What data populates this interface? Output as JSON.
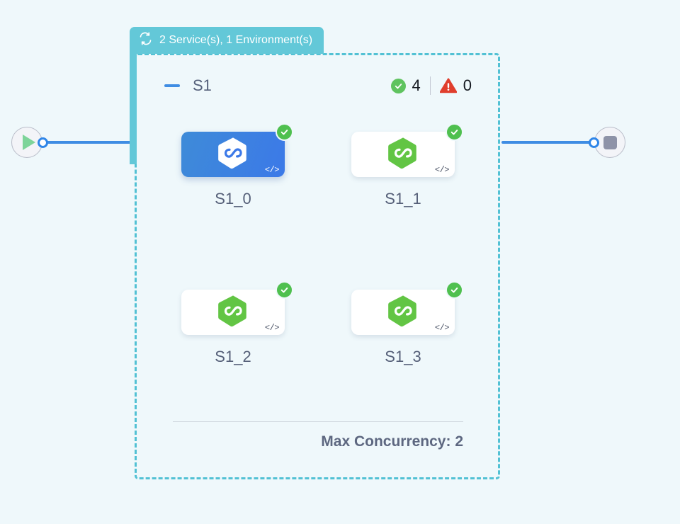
{
  "canvas": {
    "background_color": "#eff8fb"
  },
  "start_node": {
    "name": "start",
    "icon": "play-icon",
    "icon_color": "#7ed49a"
  },
  "end_node": {
    "name": "end",
    "icon": "stop-icon",
    "icon_color": "#8e93a8"
  },
  "connectors": {
    "accent_color": "#3f8de3"
  },
  "group": {
    "tab_label": "2 Service(s), 1 Environment(s)",
    "tab_icon": "loop-icon",
    "tab_color": "#63c8d8",
    "border_color": "#52c1d4",
    "section": {
      "collapse_icon": "minus-icon",
      "title": "S1",
      "success_icon": "check-circle-icon",
      "success_count": "4",
      "warning_icon": "warning-triangle-icon",
      "warning_count": "0",
      "success_color": "#5fc35f",
      "warning_color": "#e03e2d"
    },
    "services": [
      {
        "label": "S1_0",
        "selected": true,
        "status_icon": "check-badge-icon",
        "code_glyph": "</>",
        "icon": "hexagon-infinity-icon",
        "icon_color": "#ffffff",
        "card_color": "#3c79e8"
      },
      {
        "label": "S1_1",
        "selected": false,
        "status_icon": "check-badge-icon",
        "code_glyph": "</>",
        "icon": "hexagon-infinity-icon",
        "icon_color": "#62c544",
        "card_color": "#ffffff"
      },
      {
        "label": "S1_2",
        "selected": false,
        "status_icon": "check-badge-icon",
        "code_glyph": "</>",
        "icon": "hexagon-infinity-icon",
        "icon_color": "#62c544",
        "card_color": "#ffffff"
      },
      {
        "label": "S1_3",
        "selected": false,
        "status_icon": "check-badge-icon",
        "code_glyph": "</>",
        "icon": "hexagon-infinity-icon",
        "icon_color": "#62c544",
        "card_color": "#ffffff"
      }
    ],
    "footer": {
      "max_concurrency_label": "Max Concurrency: 2"
    }
  }
}
